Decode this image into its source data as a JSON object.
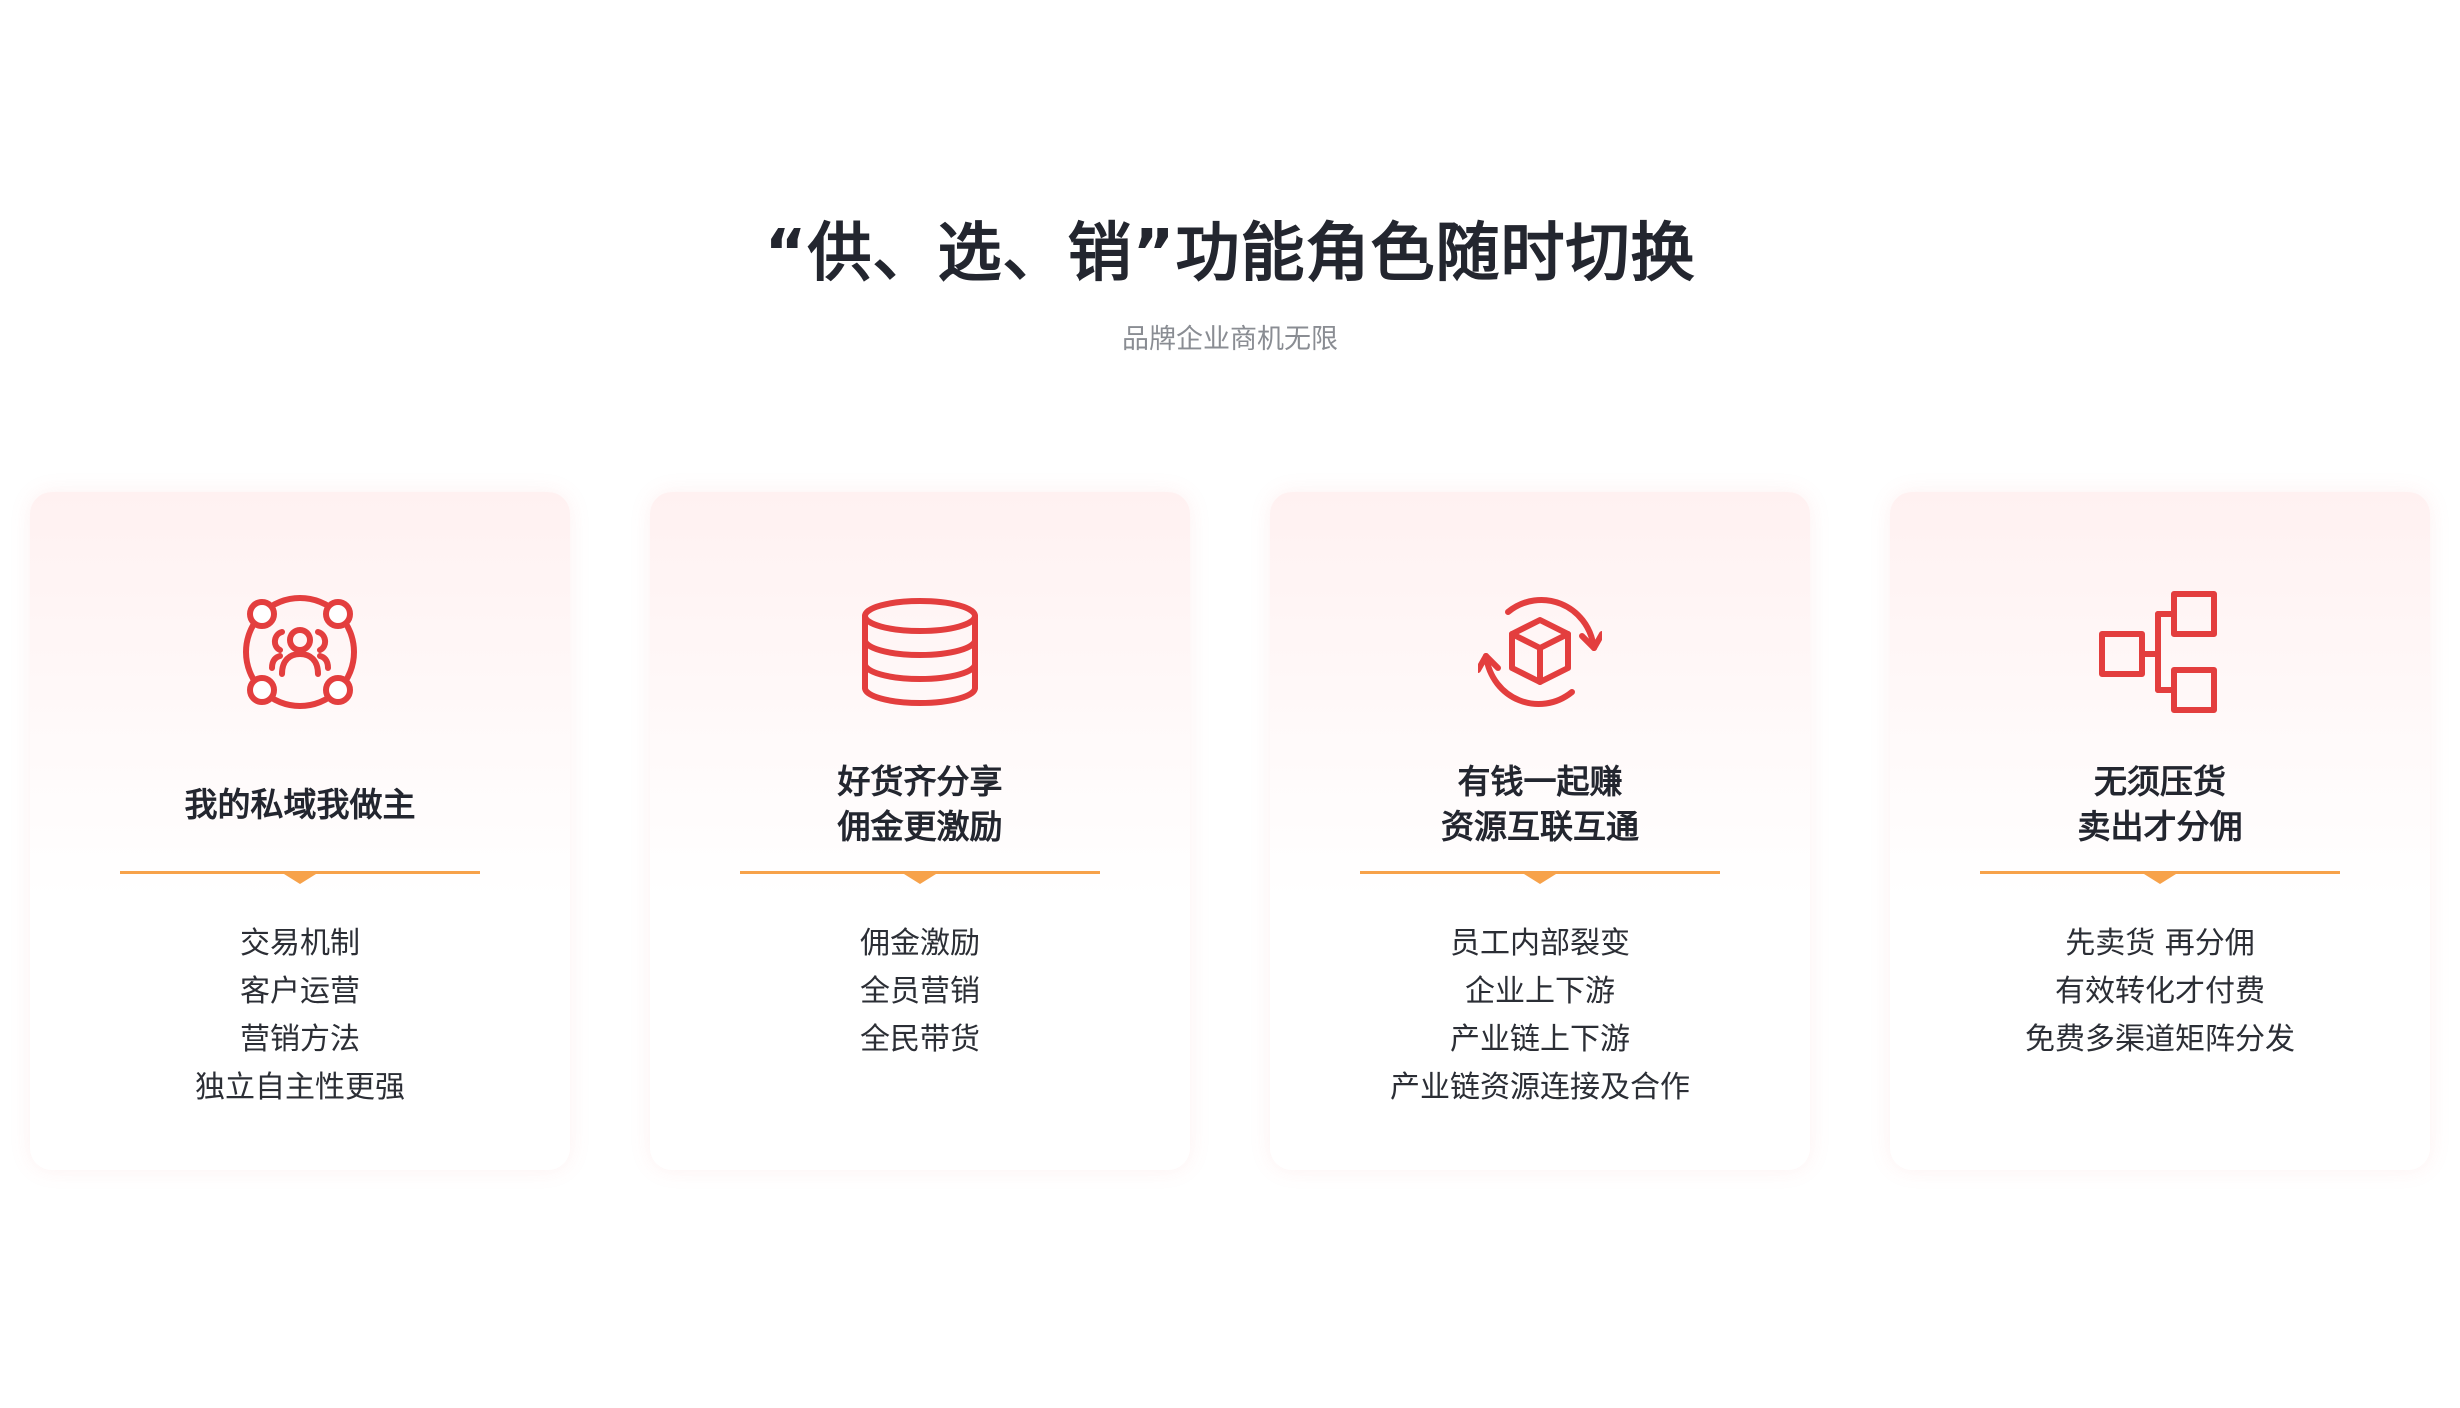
{
  "header": {
    "title": "“供、选、销”功能角色随时切换",
    "subtitle": "品牌企业商机无限"
  },
  "colors": {
    "icon_red": "#e33e3e",
    "divider_orange": "#f7a24a",
    "text_dark": "#23262f",
    "text_gray": "#8a8d93"
  },
  "cards": [
    {
      "icon": "private-domain-users-icon",
      "title_lines": [
        "我的私域我做主"
      ],
      "items": [
        "交易机制",
        "客户运营",
        "营销方法",
        "独立自主性更强"
      ]
    },
    {
      "icon": "database-stack-icon",
      "title_lines": [
        "好货齐分享",
        "佣金更激励"
      ],
      "items": [
        "佣金激励",
        "全员营销",
        "全民带货"
      ]
    },
    {
      "icon": "cube-refresh-icon",
      "title_lines": [
        "有钱一起赚",
        "资源互联互通"
      ],
      "items": [
        "员工内部裂变",
        "企业上下游",
        "产业链上下游",
        "产业链资源连接及合作"
      ]
    },
    {
      "icon": "org-structure-icon",
      "title_lines": [
        "无须压货",
        "卖出才分佣"
      ],
      "items": [
        "先卖货 再分佣",
        "有效转化才付费",
        "免费多渠道矩阵分发"
      ]
    }
  ]
}
